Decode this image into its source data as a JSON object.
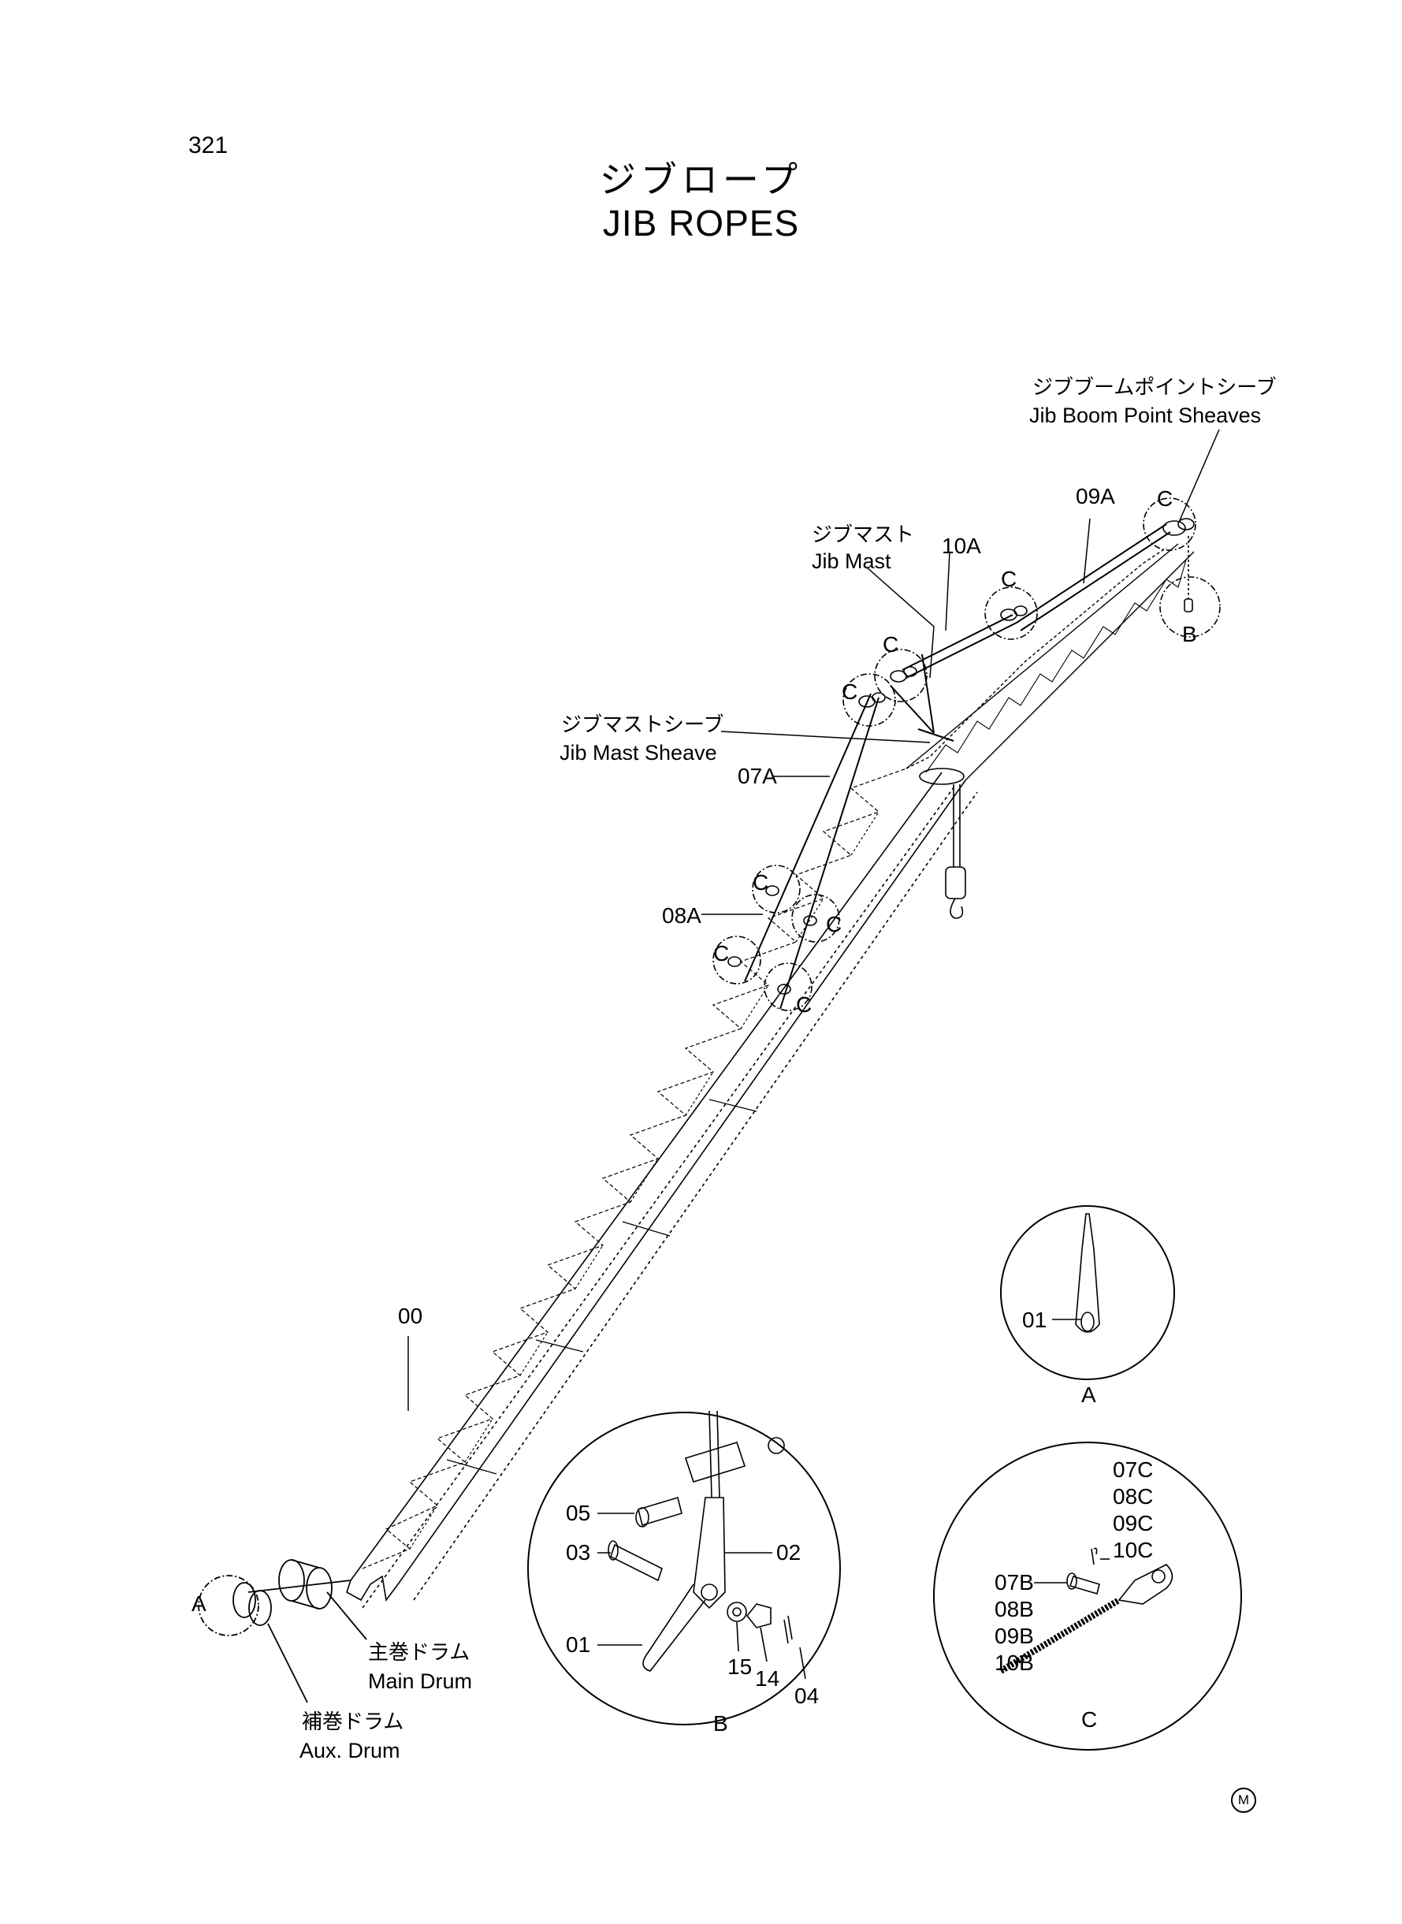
{
  "page_number": "321",
  "title": {
    "ja": "ジブロープ",
    "en": "JIB ROPES"
  },
  "labels": {
    "jib_boom_point_sheaves": {
      "ja": "ジブブームポイントシーブ",
      "en": "Jib Boom Point Sheaves"
    },
    "jib_mast": {
      "ja": "ジブマスト",
      "en": "Jib Mast"
    },
    "jib_mast_sheave": {
      "ja": "ジブマストシーブ",
      "en": "Jib Mast Sheave"
    },
    "main_drum": {
      "ja": "主巻ドラム",
      "en": "Main Drum"
    },
    "aux_drum": {
      "ja": "補巻ドラム",
      "en": "Aux. Drum"
    }
  },
  "callouts": {
    "c09A": "09A",
    "c10A": "10A",
    "c07A": "07A",
    "c08A": "08A",
    "c00": "00",
    "detail_a_01": "01",
    "detail_b": [
      "05",
      "03",
      "01",
      "02",
      "15",
      "14",
      "04"
    ],
    "detail_c_top": [
      "07C",
      "08C",
      "09C",
      "10C"
    ],
    "detail_c_left": [
      "07B",
      "08B",
      "09B",
      "10B"
    ]
  },
  "view_letters": {
    "A": "A",
    "B": "B",
    "C": "C"
  },
  "manufacturer_mark": "M"
}
